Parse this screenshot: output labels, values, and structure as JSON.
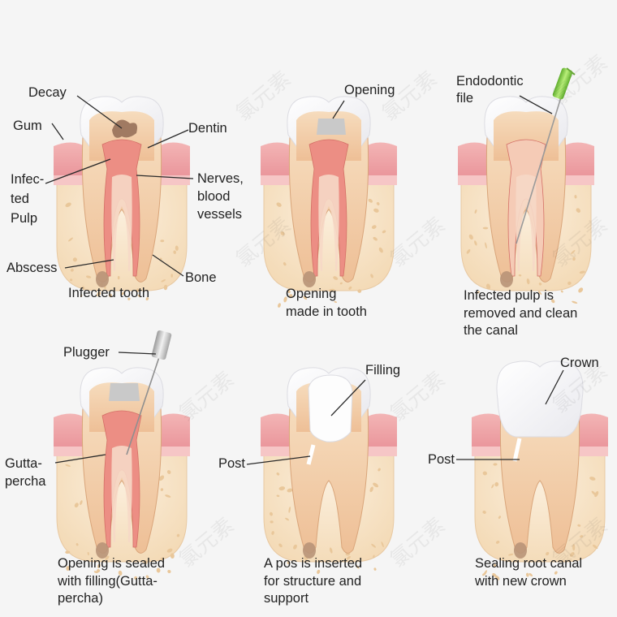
{
  "watermark": "氯元素",
  "panels": [
    {
      "caption": "Infected tooth",
      "labels": {
        "decay": "Decay",
        "gum": "Gum",
        "dentin": "Dentin",
        "infected_pulp": "Infec-\nted\nPulp",
        "nerves": "Nerves,\nblood\nvessels",
        "abscess": "Abscess",
        "bone": "Bone"
      }
    },
    {
      "caption": "Opening\nmade in tooth",
      "labels": {
        "opening": "Opening"
      }
    },
    {
      "caption": "Infected pulp is\nremoved and clean\nthe canal",
      "labels": {
        "file": "Endodontic\nfile"
      }
    },
    {
      "caption": "Opening is sealed\nwith filling(Gutta-\npercha)",
      "labels": {
        "plugger": "Plugger",
        "gutta_percha": "Gutta-\npercha"
      }
    },
    {
      "caption": "A pos is inserted\nfor structure and\nsupport",
      "labels": {
        "filling": "Filling",
        "post": "Post"
      }
    },
    {
      "caption": "Sealing root canal\nwith new crown",
      "labels": {
        "crown": "Crown",
        "post": "Post"
      }
    }
  ],
  "colors": {
    "bone": "#f6e3c3",
    "bone_spot": "#e9c79a",
    "gum": "#f0a9a9",
    "enamel": "#ffffff",
    "dentin": "#f1cfa8",
    "pulp": "#ec8e84",
    "canal_root": "#f6d8c6",
    "decay": "#a07a62",
    "temp_filling": "#c9c9c9",
    "file_green": "#8fd14f"
  }
}
